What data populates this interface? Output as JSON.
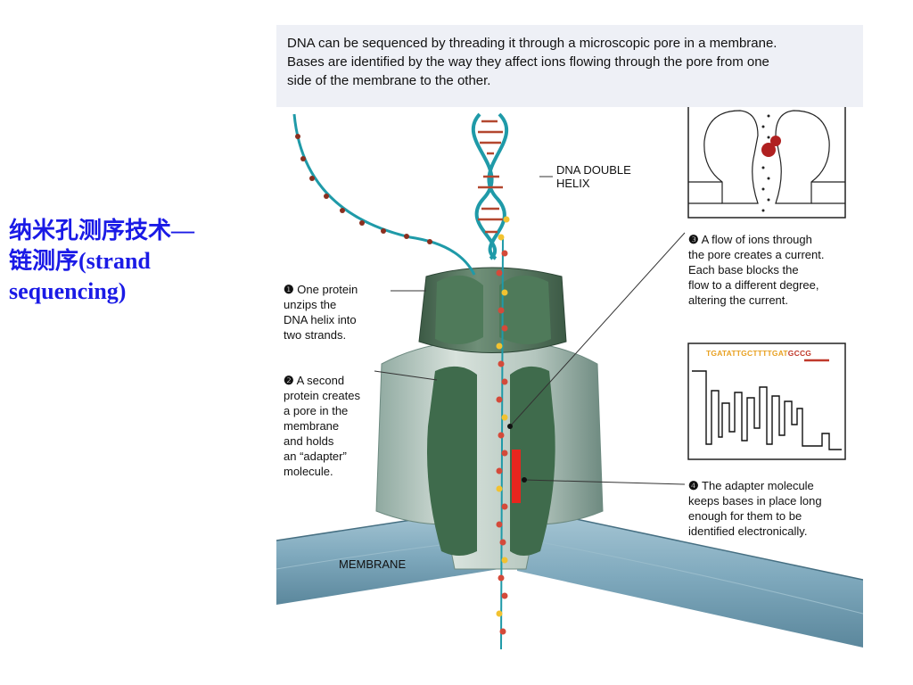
{
  "slide": {
    "title_lines": [
      "纳米孔测序技术—",
      "链测序(strand",
      "sequencing)"
    ]
  },
  "figure": {
    "caption_lines": [
      "DNA can be sequenced by threading it through a microscopic pore in a membrane.",
      "Bases are identified by the way they affect ions flowing through the pore from one",
      "side of the membrane to the other."
    ],
    "labels": {
      "helix": [
        "DNA DOUBLE",
        "HELIX"
      ],
      "membrane": "MEMBRANE"
    },
    "callouts": [
      {
        "number": "❶",
        "lines": [
          "One protein",
          "unzips the",
          "DNA helix into",
          "two strands."
        ]
      },
      {
        "number": "❷",
        "lines": [
          "A second",
          "protein creates",
          "a pore in the",
          "membrane",
          "and holds",
          "an “adapter”",
          "molecule."
        ]
      },
      {
        "number": "❸",
        "lines": [
          "A flow of ions through",
          "the pore creates a current.",
          "Each base blocks the",
          "flow to a different degree,",
          "altering the current."
        ]
      },
      {
        "number": "❹",
        "lines": [
          "The adapter molecule",
          "keeps bases in place long",
          "enough for them to be",
          "identified electronically."
        ]
      }
    ],
    "sequence_readout": {
      "main": "TGATATTGCTTTTGAT",
      "highlight": "GCCG"
    },
    "colors": {
      "title": "#1a1ae6",
      "protein": "#3f6b4c",
      "membrane": "#7fa9bd",
      "helix_backbone": "#1f9aa8",
      "adapter": "#e8261e",
      "base_red": "#d44a3a",
      "base_yellow": "#f2c230"
    }
  }
}
